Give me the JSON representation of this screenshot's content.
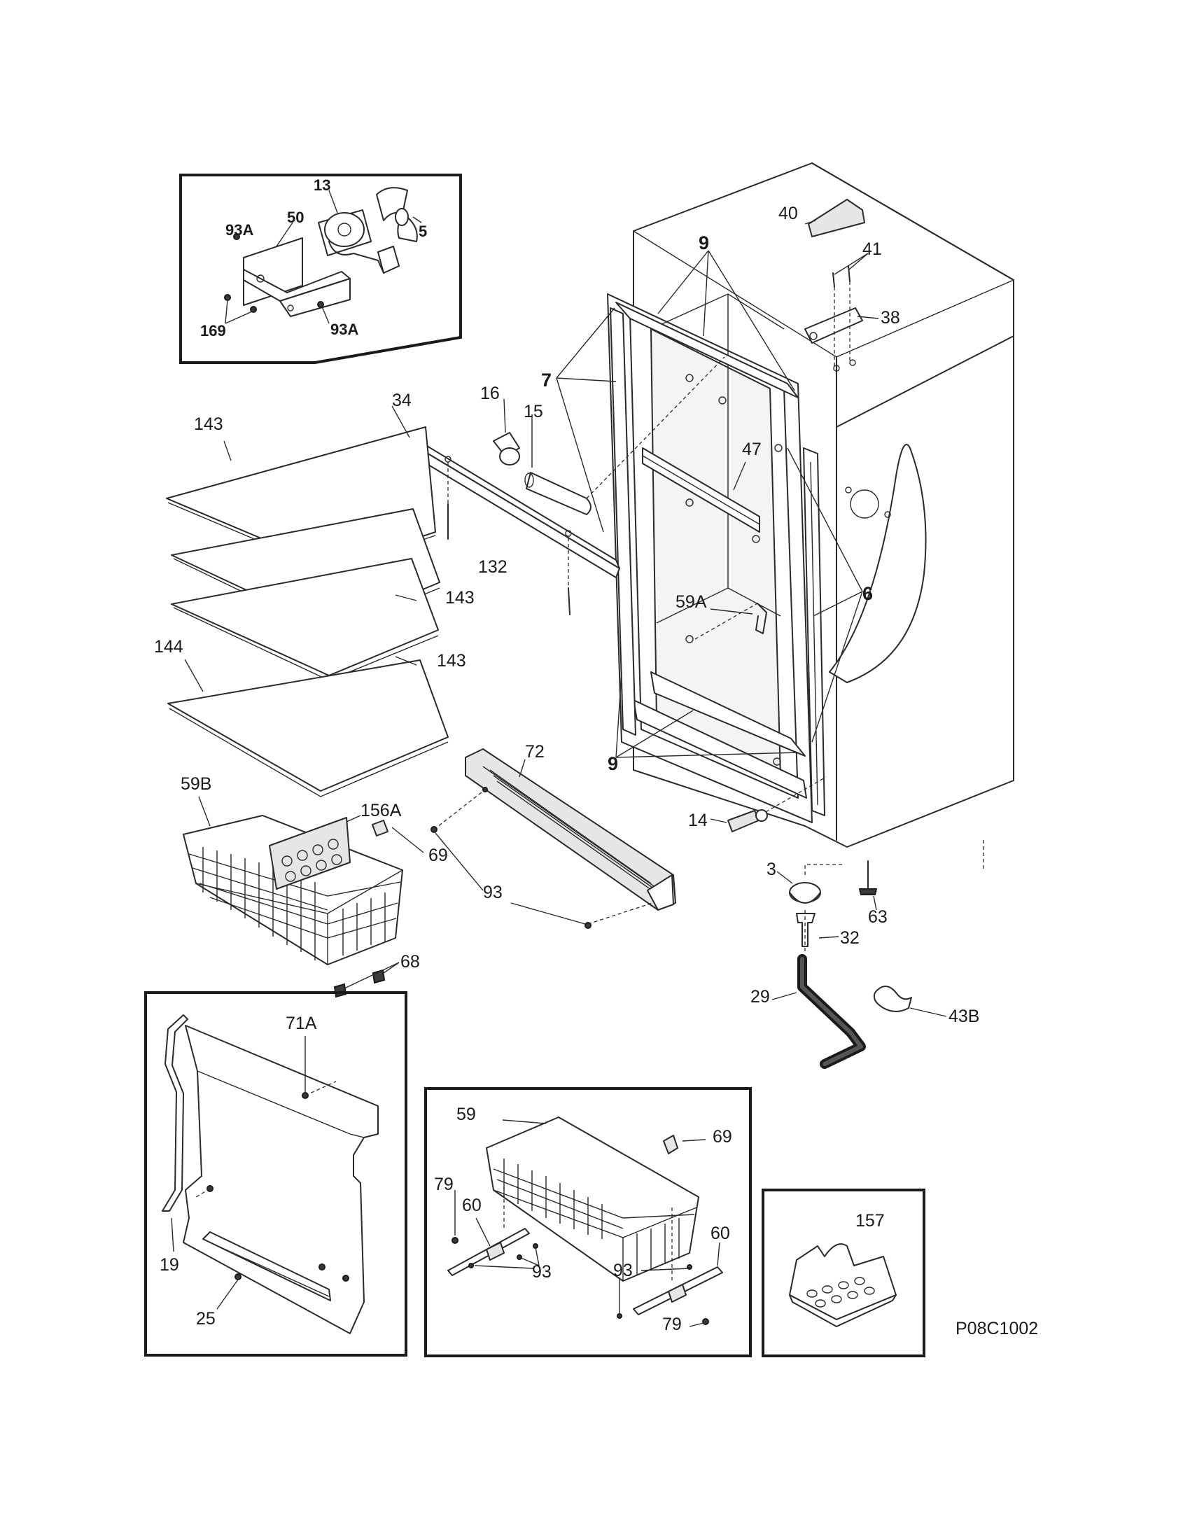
{
  "diagram_code": "P08C1002",
  "callouts": {
    "c13": "13",
    "c93A_top": "93A",
    "c50": "50",
    "c5": "5",
    "c169": "169",
    "c93A_bot": "93A",
    "c40": "40",
    "c41": "41",
    "c38": "38",
    "c9_top": "9",
    "c7": "7",
    "c34": "34",
    "c16": "16",
    "c15": "15",
    "c47": "47",
    "c143_a": "143",
    "c143_b": "143",
    "c143_c": "143",
    "c144": "144",
    "c132": "132",
    "c59A": "59A",
    "c6": "6",
    "c59B": "59B",
    "c156A": "156A",
    "c72": "72",
    "c9_bot": "9",
    "c14": "14",
    "c69_a": "69",
    "c93_a": "93",
    "c3": "3",
    "c63": "63",
    "c32": "32",
    "c68": "68",
    "c29": "29",
    "c43B": "43B",
    "c71A": "71A",
    "c19": "19",
    "c25": "25",
    "c59": "59",
    "c69_b": "69",
    "c79_a": "79",
    "c60_a": "60",
    "c93_b": "93",
    "c60_b": "60",
    "c93_c": "93",
    "c79_b": "79",
    "c157": "157"
  }
}
